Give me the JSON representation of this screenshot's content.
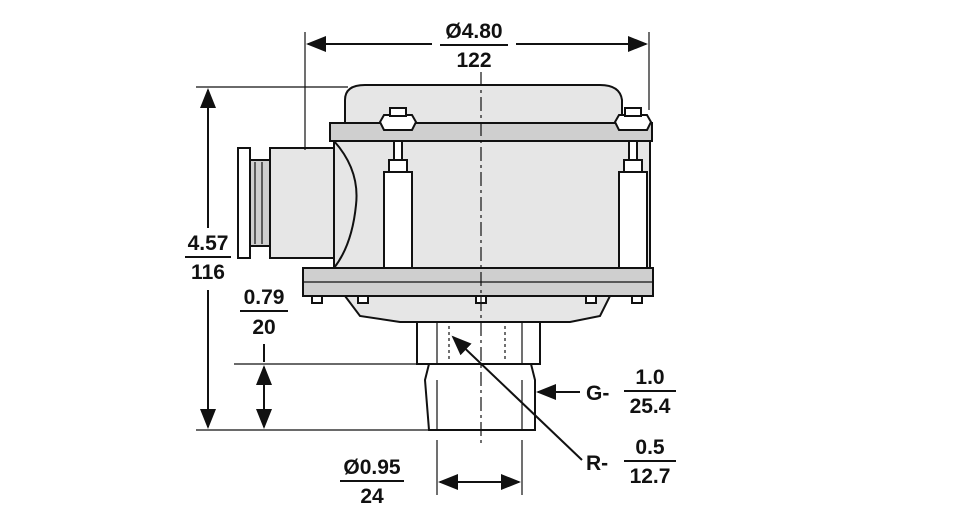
{
  "dimensions": {
    "diameter_top": {
      "inch": "Ø4.80",
      "mm": "122"
    },
    "height": {
      "inch": "4.57",
      "mm": "116"
    },
    "port_depth": {
      "inch": "0.79",
      "mm": "20"
    },
    "port_diameter": {
      "inch": "Ø0.95",
      "mm": "24"
    },
    "g_thread": {
      "prefix": "G-",
      "inch": "1.0",
      "mm": "25.4"
    },
    "r_thread": {
      "prefix": "R-",
      "inch": "0.5",
      "mm": "12.7"
    }
  }
}
